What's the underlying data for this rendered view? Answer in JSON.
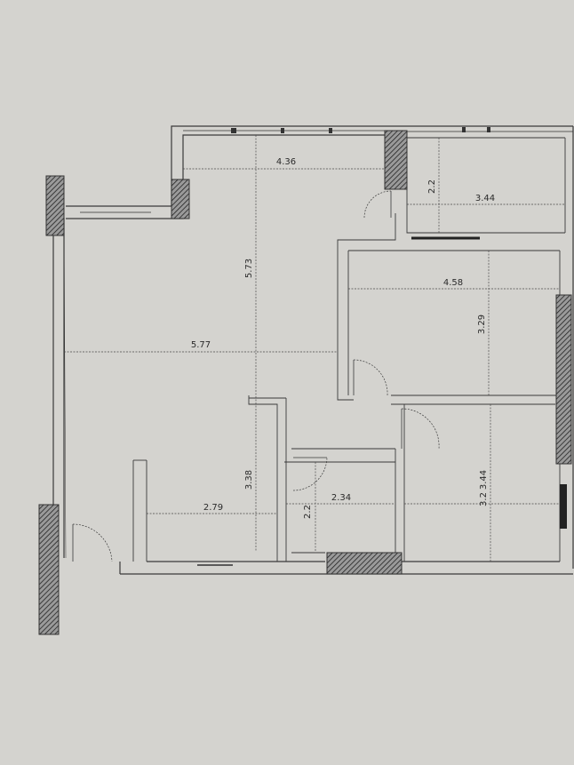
{
  "background_color": "#d4d3cf",
  "ink_color": "#3a3a3a",
  "dimensions": {
    "d_4_36": "4.36",
    "d_5_73": "5.73",
    "d_2_2_top": "2.2",
    "d_3_44_top": "3.44",
    "d_4_58": "4.58",
    "d_3_29": "3.29",
    "d_5_77": "5.77",
    "d_3_38": "3.38",
    "d_2_79": "2.79",
    "d_2_2_bottom": "2.2",
    "d_2_34": "2.34",
    "d_3_44_bottom": "3.44",
    "d_3_2": "3.2"
  }
}
